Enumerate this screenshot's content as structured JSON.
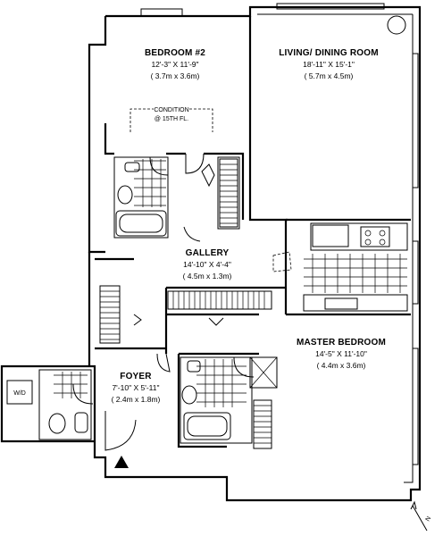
{
  "rooms": {
    "bedroom2": {
      "name": "BEDROOM #2",
      "dim_imperial": "12'-3\" X 11'-9\"",
      "dim_metric": "( 3.7m x 3.6m)"
    },
    "living": {
      "name": "LIVING/ DINING ROOM",
      "dim_imperial": "18'-11\" X 15'-1\"",
      "dim_metric": "( 5.7m x 4.5m)"
    },
    "gallery": {
      "name": "GALLERY",
      "dim_imperial": "14'-10\" X 4'-4\"",
      "dim_metric": "( 4.5m x 1.3m)"
    },
    "master": {
      "name": "MASTER BEDROOM",
      "dim_imperial": "14'-5\" X 11'-10\"",
      "dim_metric": "( 4.4m x 3.6m)"
    },
    "foyer": {
      "name": "FOYER",
      "dim_imperial": "7'-10\" X 5'-11\"",
      "dim_metric": "( 2.4m x 1.8m)"
    }
  },
  "condition_note": {
    "line1": "CONDITION",
    "line2": "@ 15TH FL."
  },
  "washer_dryer": "W/D",
  "north": "N"
}
